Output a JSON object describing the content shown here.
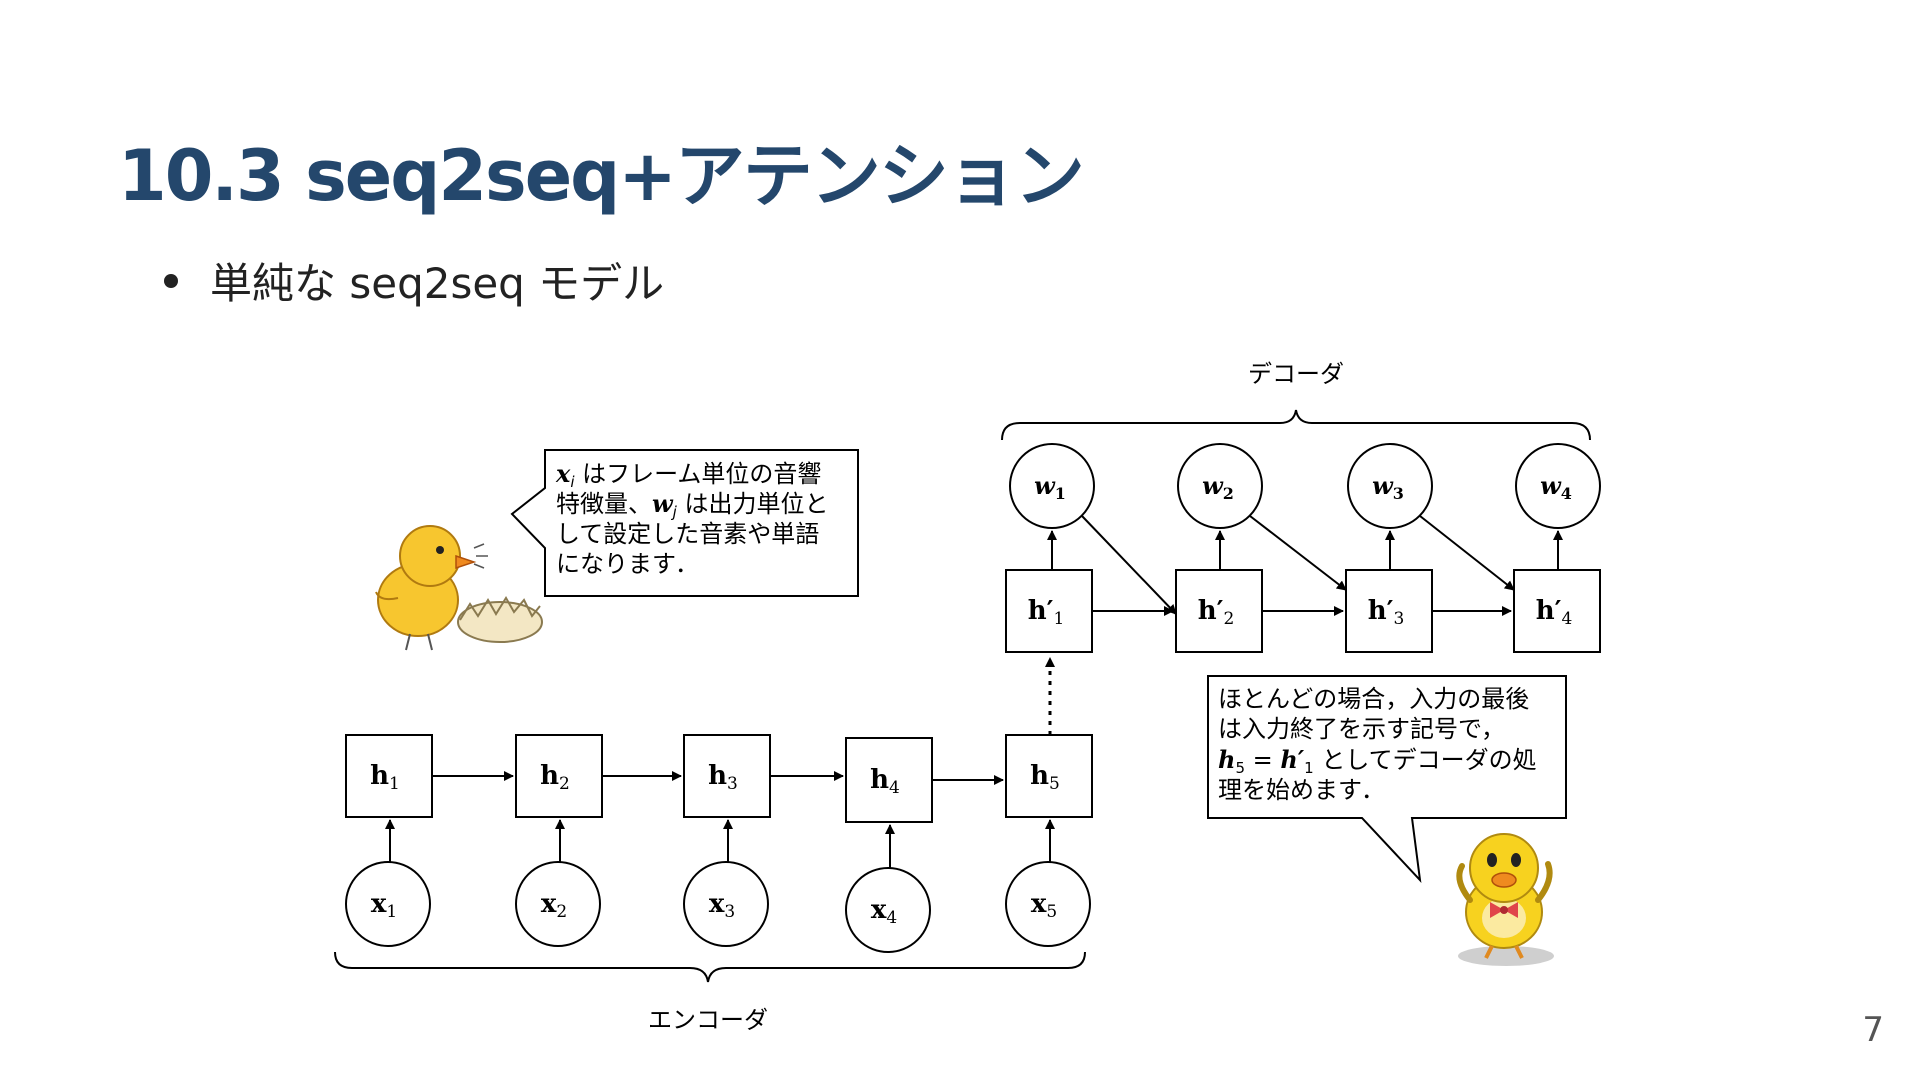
{
  "slide": {
    "title": "10.3 seq2seq+アテンション",
    "bullets": [
      "単純な seq2seq モデル"
    ],
    "page_number": "7"
  },
  "diagram": {
    "decoder_label": "デコーダ",
    "encoder_label": "エンコーダ",
    "encoder_inputs": [
      {
        "base": "x",
        "sub": "1"
      },
      {
        "base": "x",
        "sub": "2"
      },
      {
        "base": "x",
        "sub": "3"
      },
      {
        "base": "x",
        "sub": "4"
      },
      {
        "base": "x",
        "sub": "5"
      }
    ],
    "encoder_states": [
      {
        "base": "h",
        "sub": "1"
      },
      {
        "base": "h",
        "sub": "2"
      },
      {
        "base": "h",
        "sub": "3"
      },
      {
        "base": "h",
        "sub": "4"
      },
      {
        "base": "h",
        "sub": "5"
      }
    ],
    "decoder_states": [
      {
        "base": "h′",
        "sub": "1"
      },
      {
        "base": "h′",
        "sub": "2"
      },
      {
        "base": "h′",
        "sub": "3"
      },
      {
        "base": "h′",
        "sub": "4"
      }
    ],
    "decoder_outputs": [
      {
        "base": "w",
        "sub": "1"
      },
      {
        "base": "w",
        "sub": "2"
      },
      {
        "base": "w",
        "sub": "3"
      },
      {
        "base": "w",
        "sub": "4"
      }
    ],
    "callout_left": {
      "lines": [
        [
          {
            "math": "x",
            "sub": "i"
          },
          {
            "text": " はフレーム単位の音響"
          }
        ],
        [
          {
            "text": "特徴量、"
          },
          {
            "math": "w",
            "sub": "j"
          },
          {
            "text": " は出力単位と"
          }
        ],
        [
          {
            "text": "して設定した音素や単語"
          }
        ],
        [
          {
            "text": "になります．"
          }
        ]
      ]
    },
    "callout_right": {
      "lines": [
        [
          {
            "text": "ほとんどの場合，入力の最後"
          }
        ],
        [
          {
            "text": "は入力終了を示す記号で，"
          }
        ],
        [
          {
            "math": "h",
            "sub": "5"
          },
          {
            "text": " = "
          },
          {
            "math": "h′",
            "sub": "1"
          },
          {
            "text": " としてデコーダの処"
          }
        ],
        [
          {
            "text": "理を始めます．"
          }
        ]
      ]
    }
  }
}
